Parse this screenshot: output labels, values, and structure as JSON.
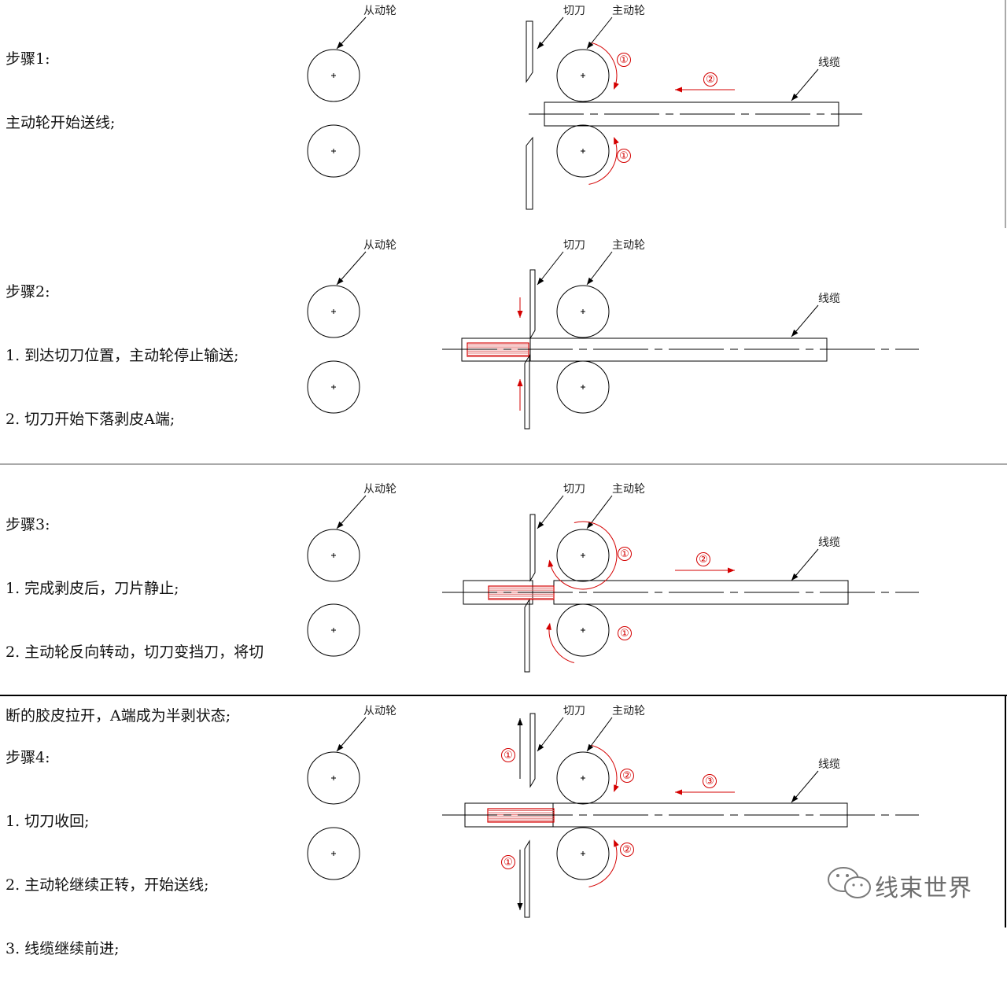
{
  "labels": {
    "driven_wheel": "从动轮",
    "drive_wheel": "主动轮",
    "cutter": "切刀",
    "cable": "线缆"
  },
  "steps": [
    {
      "title": "步骤1:",
      "lines": [
        "主动轮开始送线;"
      ],
      "markers": [
        "①",
        "②",
        "①"
      ]
    },
    {
      "title": "步骤2:",
      "lines": [
        "1. 到达切刀位置，主动轮停止输送;",
        "2. 切刀开始下落剥皮A端;"
      ],
      "markers": []
    },
    {
      "title": "步骤3:",
      "lines": [
        "1. 完成剥皮后，刀片静止;",
        "2. 主动轮反向转动，切刀变挡刀，将切",
        "断的胶皮拉开，A端成为半剥状态;"
      ],
      "markers": [
        "①",
        "②",
        "①"
      ]
    },
    {
      "title": "步骤4:",
      "lines": [
        "1. 切刀收回;",
        "2. 主动轮继续正转，开始送线;",
        "3. 线缆继续前进;"
      ],
      "markers": [
        "①",
        "②",
        "③",
        "②",
        "①"
      ]
    }
  ],
  "watermark": {
    "text": "线束世界",
    "icon": "wechat-icon"
  },
  "colors": {
    "line": "#000000",
    "accent": "#d40000",
    "stripped": "#e06060"
  }
}
